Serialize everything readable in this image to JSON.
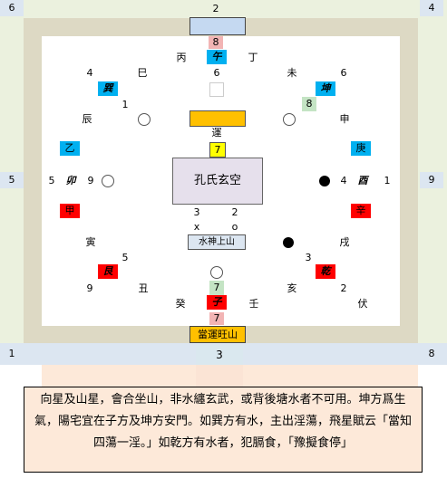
{
  "corners": {
    "tl": "6",
    "tr": "4",
    "ml": "5",
    "mr": "9",
    "bl": "1",
    "br": "8"
  },
  "top": {
    "num": "2",
    "pink_num": "8",
    "wu": "午",
    "bing": "丙",
    "ding": "丁",
    "num6": "6"
  },
  "nw": {
    "num4": "4",
    "si": "巳",
    "xun": "巽",
    "num1": "1",
    "chen": "辰"
  },
  "ne": {
    "wei": "未",
    "num6": "6",
    "kun": "坤",
    "green": "8",
    "shen": "申"
  },
  "center_top": {
    "yun": "運",
    "yellow_num": "7"
  },
  "west": {
    "yi": "乙",
    "num5": "5",
    "mao": "卯",
    "num9": "9",
    "jia": "甲"
  },
  "east": {
    "geng": "庚",
    "num4": "4",
    "you": "酉",
    "num1": "1",
    "xin": "辛"
  },
  "center": {
    "title": "孔氏玄空",
    "n1": "3",
    "n2": "2",
    "x": "x",
    "o": "o",
    "label": "水神上山"
  },
  "sw": {
    "yin": "寅",
    "num5": "5",
    "gen": "艮",
    "num9": "9",
    "chou": "丑"
  },
  "se": {
    "xu": "戌",
    "num3": "3",
    "qian": "乾",
    "num2": "2",
    "hai": "亥",
    "fu": "伏"
  },
  "bottom": {
    "gui": "癸",
    "green": "7",
    "zi": "子",
    "ren": "壬",
    "pink_num": "7",
    "label": "當運旺山",
    "num3": "3"
  },
  "text": "向星及山星，會合坐山，非水纏玄武，或背後塘水者不可用。坤方爲生氣，陽宅宜在子方及坤方安門。如巽方有水，主出淫蕩，飛星賦云「當知四蕩一淫。」如乾方有水者，犯膈食，「豫擬食停」",
  "colors": {
    "frame": "#ddd9c4",
    "strip": "#ebf1de",
    "blue_cell": "#dce6f1",
    "blue": "#00b0f0",
    "red": "#ff0000",
    "yellow": "#ffff00",
    "orange": "#ffc000",
    "pink": "#fde9d9"
  }
}
